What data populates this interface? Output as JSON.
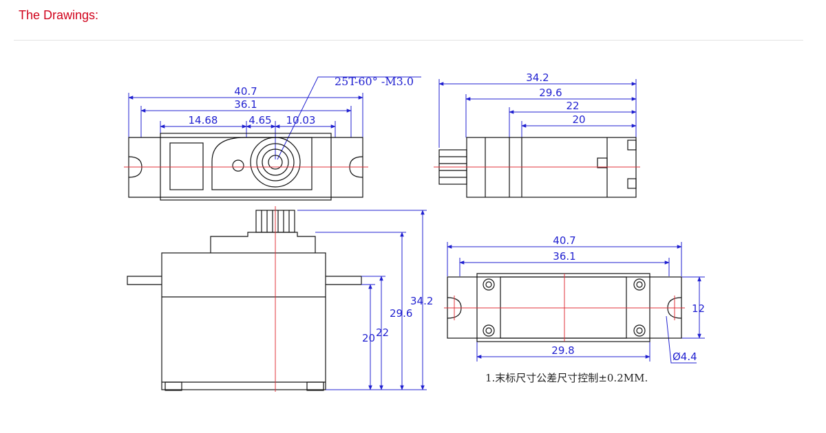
{
  "page": {
    "heading": "The Drawings:"
  },
  "drawing": {
    "spline_spec": "25T-60° -M3.0",
    "top_view": {
      "overall_width": "40.7",
      "hole_spacing": "36.1",
      "left_offset": "14.68",
      "mid_offset": "4.65",
      "right_offset": "10.03"
    },
    "side_view": {
      "total_height": "34.2",
      "body_height": "29.6",
      "mid_height": "22",
      "flange_height": "20"
    },
    "front_view": {
      "length_total": "34.2",
      "length_a": "29.6",
      "length_b": "22",
      "length_c": "20"
    },
    "bottom_view": {
      "overall_width": "40.7",
      "hole_spacing": "36.1",
      "body_width": "29.8",
      "height": "12",
      "hole_diameter": "Ø4.4"
    },
    "note": "1.末标尺寸公差尺寸控制±0.2MM."
  }
}
